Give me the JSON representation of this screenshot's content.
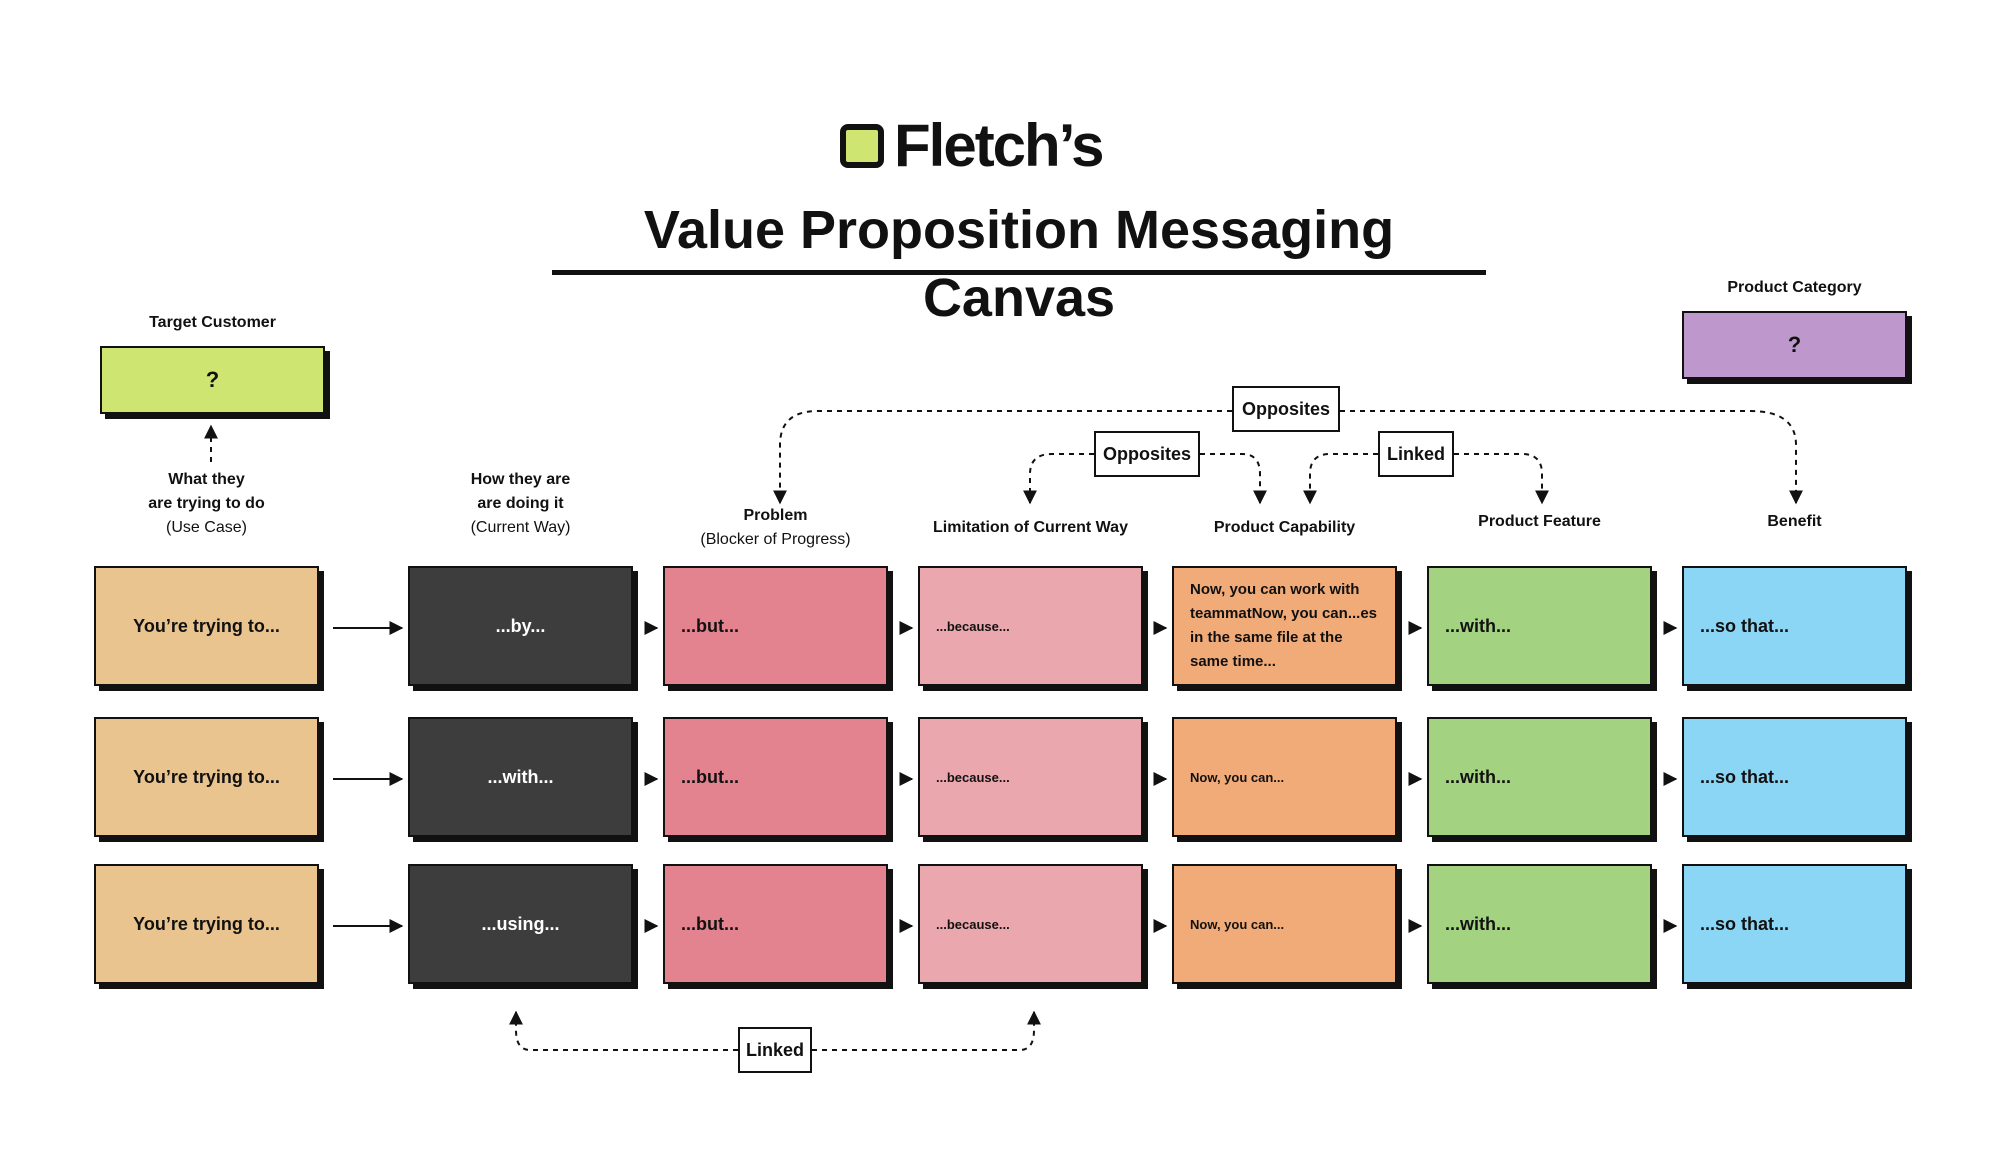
{
  "brand": {
    "name": "Fletch’s",
    "accent": "#cfe571"
  },
  "title": "Value Proposition Messaging Canvas",
  "target_customer": {
    "label": "Target Customer",
    "value": "?",
    "color": "#cfe571"
  },
  "product_category": {
    "label": "Product Category",
    "value": "?",
    "color": "#be98cc"
  },
  "columns": [
    {
      "lines": [
        "What they",
        "are trying to do",
        "(Use Case)"
      ],
      "color": "#e9c48f"
    },
    {
      "lines": [
        "How they are",
        "are doing it",
        "(Current Way)"
      ],
      "color": "#3d3d3d"
    },
    {
      "lines": [
        "Problem",
        "",
        "(Blocker of Progress)"
      ],
      "color": "#e2838f"
    },
    {
      "lines": [
        "Limitation of Current Way",
        "",
        ""
      ],
      "color": "#eba7ae"
    },
    {
      "lines": [
        "Product Capability",
        "",
        ""
      ],
      "color": "#f0ab78"
    },
    {
      "lines": [
        "Product Feature",
        "",
        ""
      ],
      "color": "#a3d381"
    },
    {
      "lines": [
        "Benefit",
        "",
        ""
      ],
      "color": "#8bd5f5"
    }
  ],
  "rows": [
    [
      "You’re trying to...",
      "...by...",
      "...but...",
      "...because...",
      "Now, you can work with teammatNow, you can...es in the same file at the same time...",
      "...with...",
      "...so that..."
    ],
    [
      "You’re trying to...",
      "...with...",
      "...but...",
      "...because...",
      "Now, you can...",
      "...with...",
      "...so that..."
    ],
    [
      "You’re trying to...",
      "...using...",
      "...but...",
      "...because...",
      "Now, you can...",
      "...with...",
      "...so that..."
    ]
  ],
  "relations": {
    "top_outer": "Opposites",
    "top_left": "Opposites",
    "top_right": "Linked",
    "bottom": "Linked"
  }
}
